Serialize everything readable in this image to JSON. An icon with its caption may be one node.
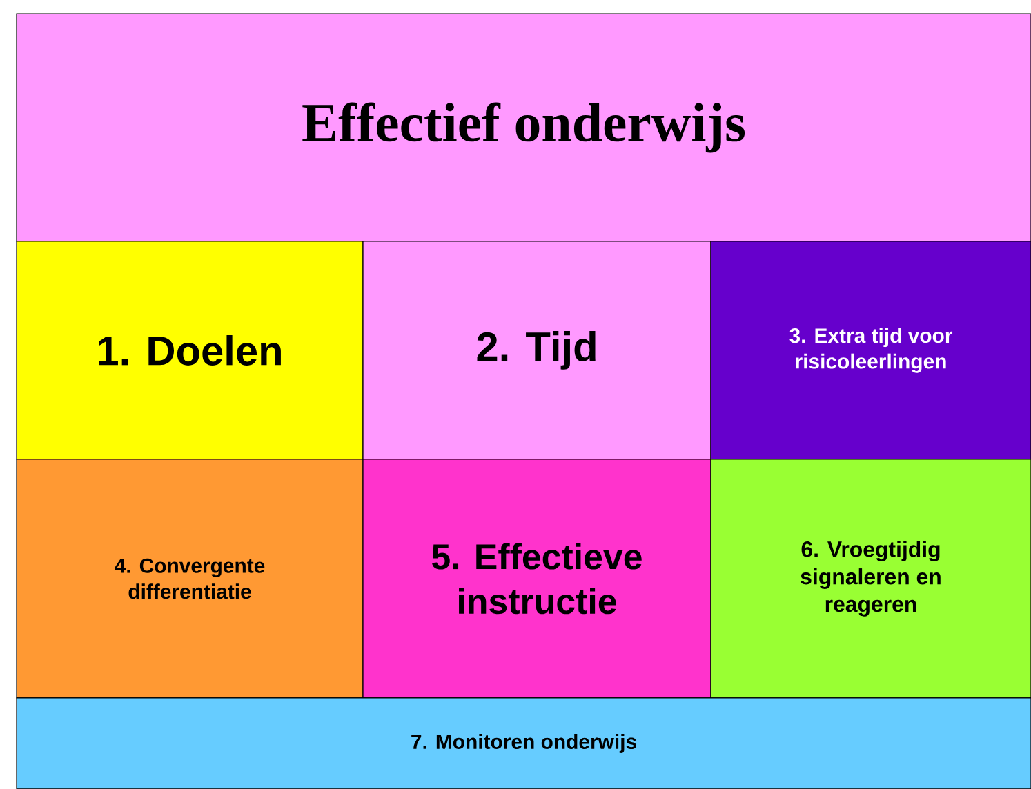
{
  "diagram": {
    "nodes": [
      {
        "text": [
          "Effectief onderwijs"
        ]
      },
      {
        "text": [
          "1. Doelen"
        ]
      },
      {
        "text": [
          "2. Tijd"
        ]
      },
      {
        "text": [
          "3. Extra tijd voor risicoleerlingen"
        ]
      },
      {
        "text": [
          "4. Convergente differentiatie"
        ]
      },
      {
        "text": [
          "5. Effectieve instructie"
        ]
      },
      {
        "text": [
          "6. Vroegtijdig signaleren en reageren"
        ]
      },
      {
        "text": [
          "7. Monitoren onderwijs"
        ]
      }
    ]
  }
}
